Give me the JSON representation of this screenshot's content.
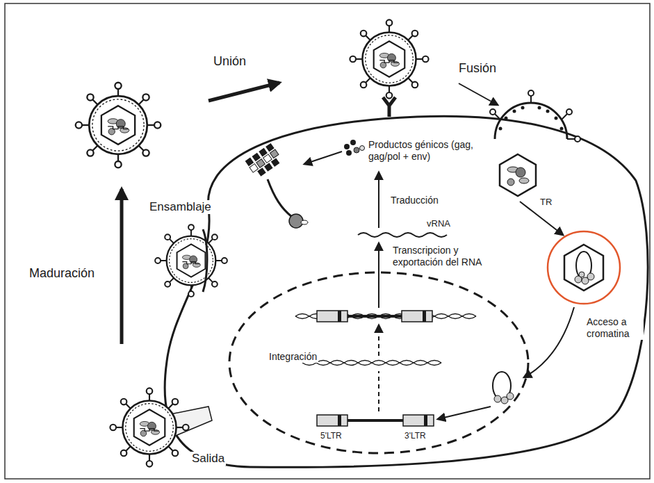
{
  "diagram": {
    "labels": [
      "Unión",
      "Fusión",
      "Productos génicos (gag, gag/pol + env)",
      "Traducción",
      "vRNA",
      "Transcripcion y exportación del RNA",
      "TR",
      "Acceso a cromatina",
      "Ensamblaje",
      "Integración",
      "5'LTR",
      "3'LTR",
      "Maduración",
      "Salida"
    ]
  }
}
